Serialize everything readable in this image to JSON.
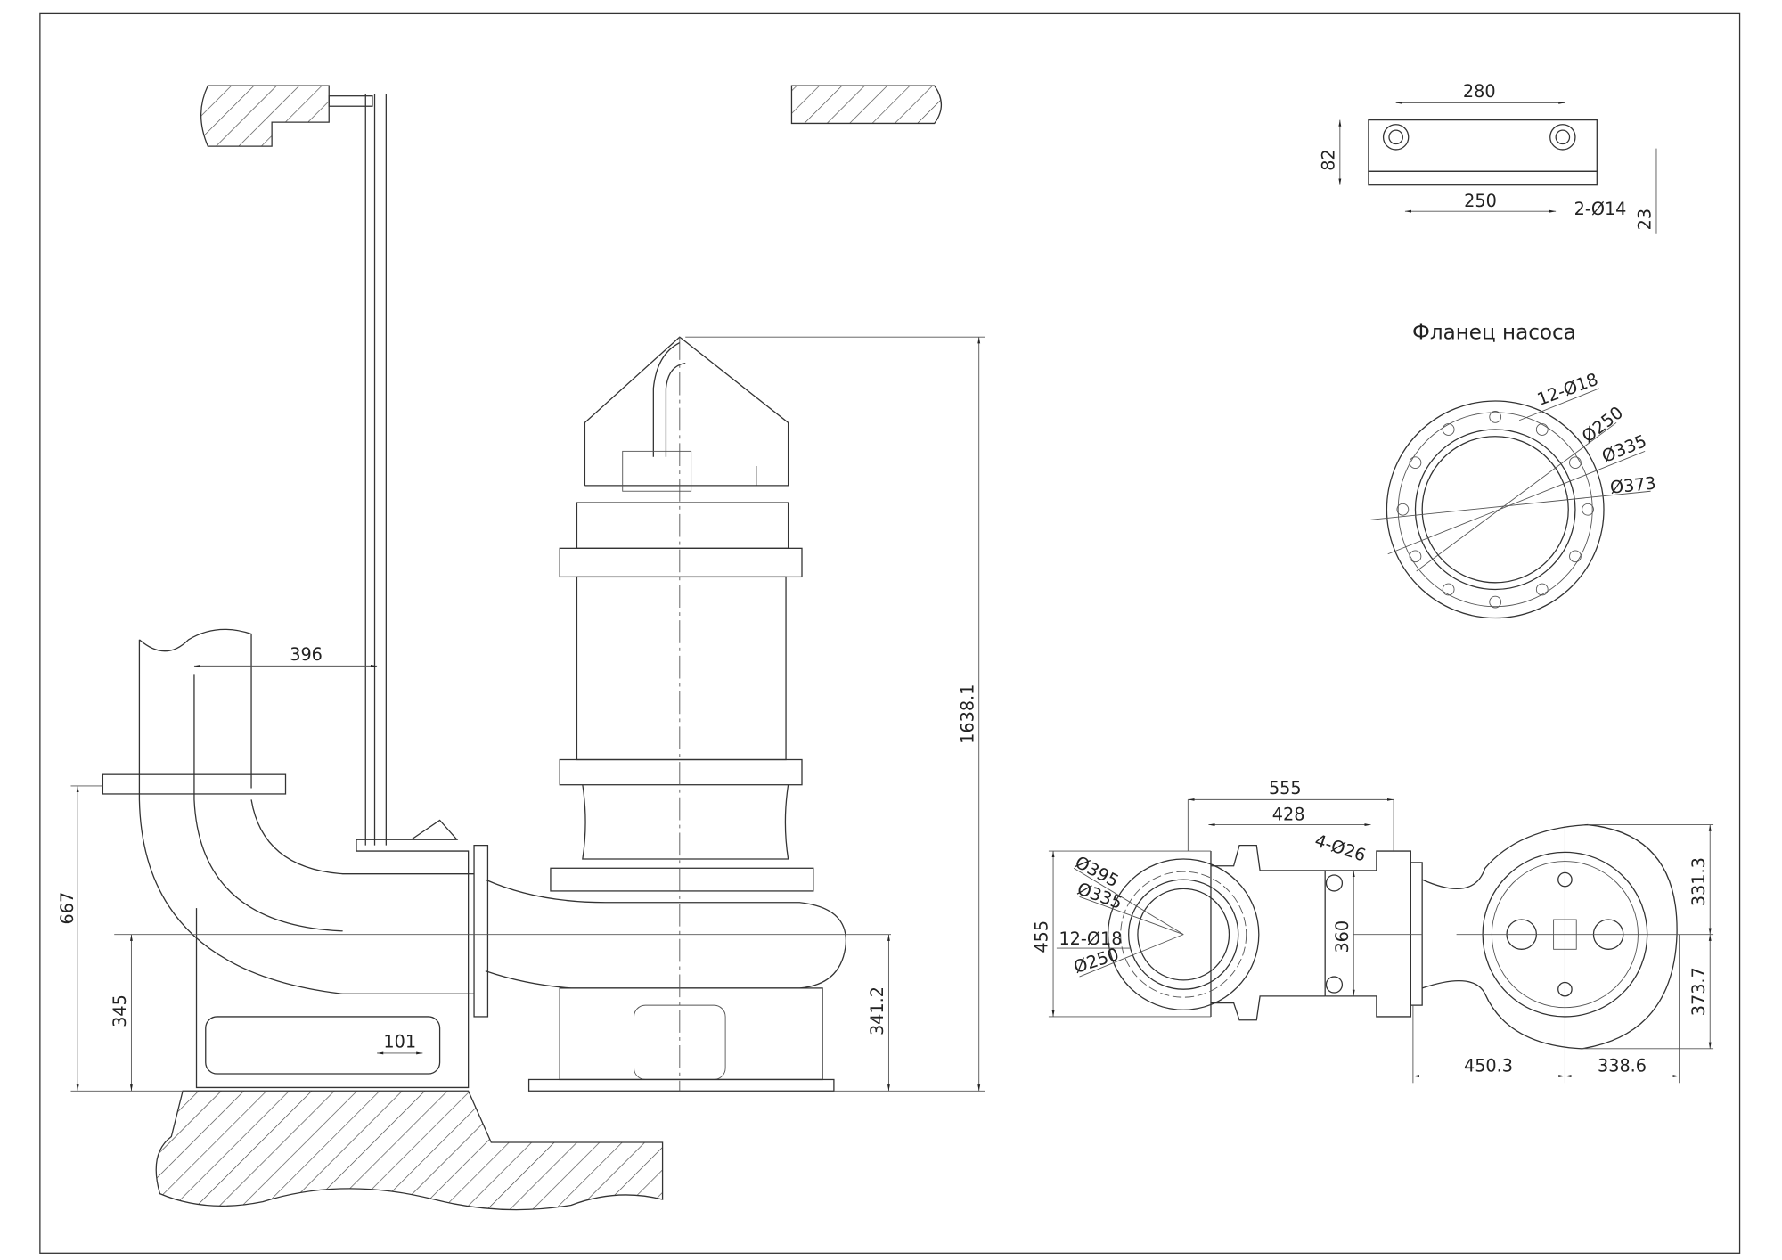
{
  "side_view": {
    "dims": {
      "rail_offset": "396",
      "discharge_height": "667",
      "pipe_axis_height": "345",
      "rail_base": "101",
      "pump_height": "1638.1",
      "pump_axis_height": "341.2"
    }
  },
  "bracket_view": {
    "dims": {
      "hole_spacing": "280",
      "base_width": "250",
      "height": "82",
      "thickness": "23",
      "holes": "2-Ø14"
    }
  },
  "pump_flange": {
    "title": "Фланец насоса",
    "dims": {
      "holes": "12-Ø18",
      "inner": "Ø250",
      "bolt_circle": "Ø335",
      "outer": "Ø373"
    }
  },
  "plan_view": {
    "dims": {
      "length": "555",
      "bolt_spacing": "428",
      "bolts": "4-Ø26",
      "width": "455",
      "outer": "Ø395",
      "bolt_circle": "Ø335",
      "holes": "12-Ø18",
      "inner": "Ø250",
      "height": "360",
      "right_a": "331.3",
      "right_b": "373.7",
      "bottom_a": "450.3",
      "bottom_b": "338.6"
    }
  }
}
